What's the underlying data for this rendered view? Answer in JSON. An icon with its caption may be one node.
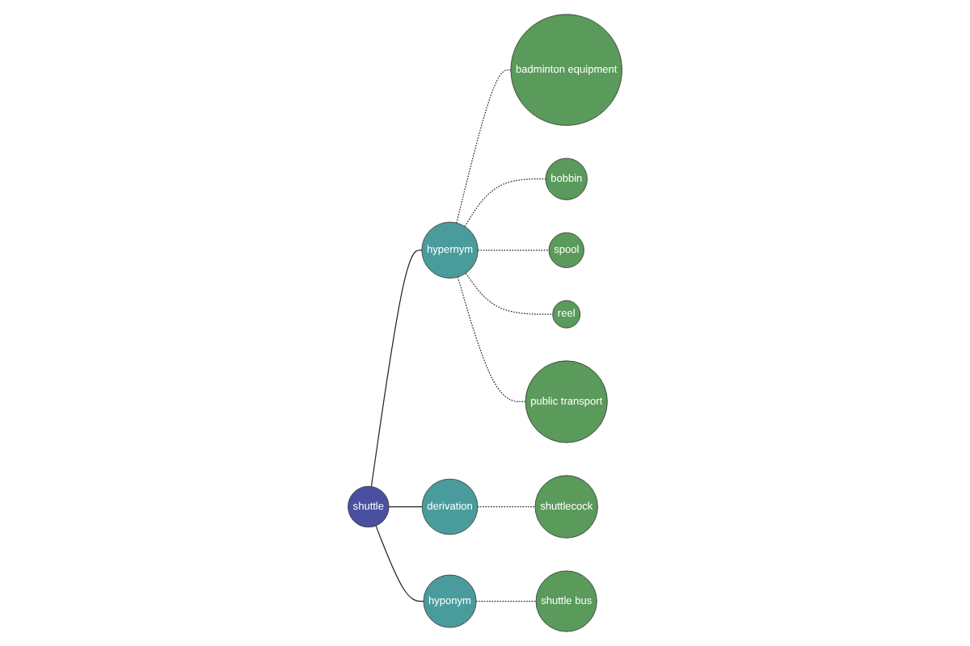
{
  "diagram": {
    "nodes": [
      {
        "text": [
          "shuttlecock"
        ]
      },
      {
        "text": [
          "badminton equipment"
        ]
      },
      {
        "text": [
          "bobbin"
        ]
      },
      {
        "text": [
          "spool"
        ]
      },
      {
        "text": [
          "derivation"
        ]
      },
      {
        "text": [
          "reel"
        ]
      },
      {
        "text": [
          "hypernym"
        ]
      },
      {
        "text": [
          "shuttle"
        ]
      },
      {
        "text": [
          "public transport"
        ]
      },
      {
        "text": [
          "hyponym"
        ]
      },
      {
        "text": [
          "shuttle bus"
        ]
      }
    ],
    "edges": [
      {
        "from": 7,
        "to": 6,
        "arrow": "none"
      },
      {
        "from": 7,
        "to": 4,
        "arrow": "none"
      },
      {
        "from": 7,
        "to": 9,
        "arrow": "none"
      },
      {
        "from": 6,
        "to": 1,
        "arrow": "none",
        "style": "dashed"
      },
      {
        "from": 6,
        "to": 2,
        "arrow": "none",
        "style": "dashed"
      },
      {
        "from": 6,
        "to": 3,
        "arrow": "none",
        "style": "dashed"
      },
      {
        "from": 6,
        "to": 5,
        "arrow": "none",
        "style": "dashed"
      },
      {
        "from": 6,
        "to": 8,
        "arrow": "none",
        "style": "dashed"
      },
      {
        "from": 4,
        "to": 0,
        "arrow": "none",
        "style": "dashed"
      },
      {
        "from": 9,
        "to": 10,
        "arrow": "none",
        "style": "dashed"
      }
    ]
  }
}
